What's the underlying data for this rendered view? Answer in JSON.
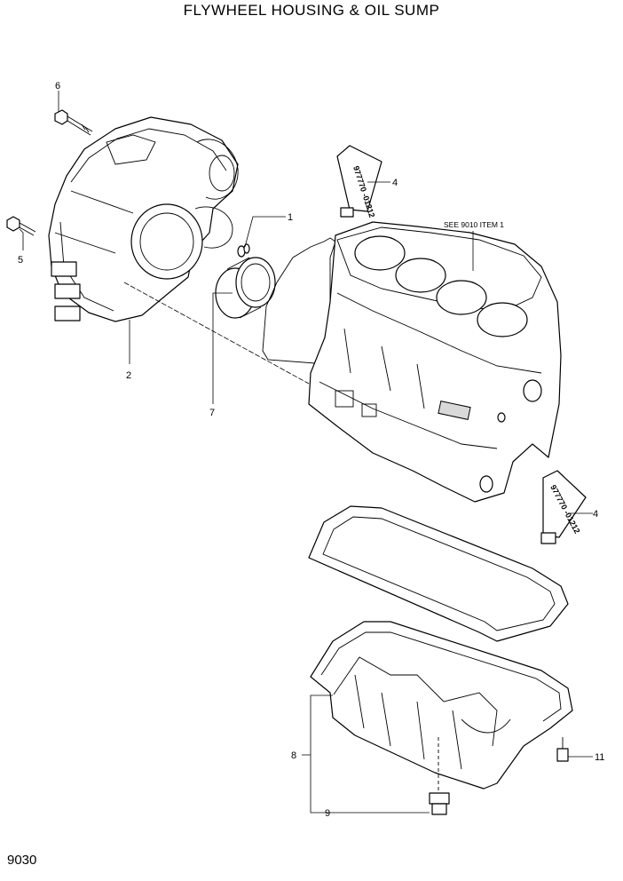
{
  "title": "FLYWHEEL HOUSING & OIL SUMP",
  "page_number": "9030",
  "reference_note": "SEE 9010 ITEM 1",
  "sealant_tube_label": "977770 -01212",
  "callouts": {
    "c1": "1",
    "c2": "2",
    "c4a": "4",
    "c4b": "4",
    "c5": "5",
    "c6": "6",
    "c7": "7",
    "c8": "8",
    "c9": "9",
    "c11": "11"
  }
}
